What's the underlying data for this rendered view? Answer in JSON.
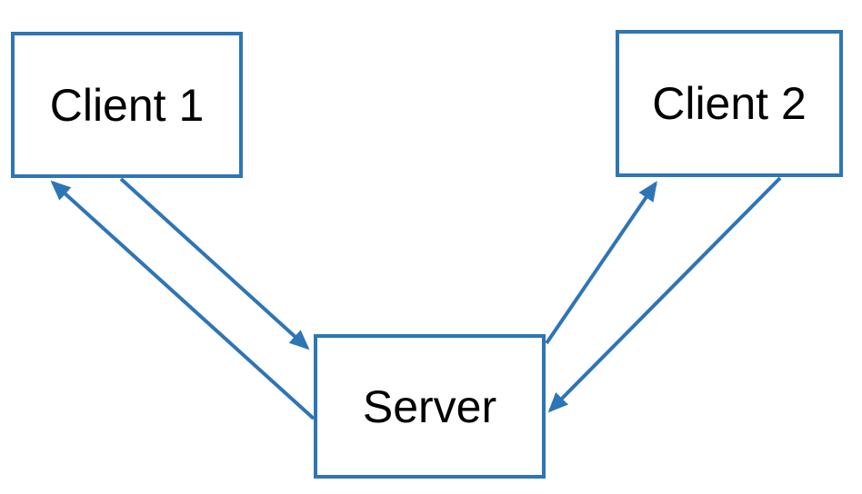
{
  "diagram": {
    "type": "client-server-topology",
    "stroke_color": "#2e75b6",
    "text_color": "#000000",
    "background_color": "#ffffff",
    "nodes": [
      {
        "id": "client1",
        "label": "Client 1"
      },
      {
        "id": "client2",
        "label": "Client 2"
      },
      {
        "id": "server",
        "label": "Server"
      }
    ],
    "edges": [
      {
        "from": "client1",
        "to": "server",
        "style": "arrow"
      },
      {
        "from": "server",
        "to": "client1",
        "style": "arrow"
      },
      {
        "from": "server",
        "to": "client2",
        "style": "arrow"
      },
      {
        "from": "client2",
        "to": "server",
        "style": "arrow"
      }
    ]
  }
}
